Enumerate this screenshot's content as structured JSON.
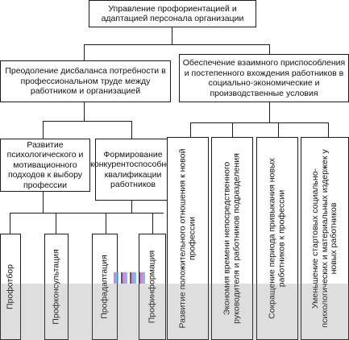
{
  "root": {
    "text": "Управление профориентацией и адаптацией персонала организации"
  },
  "level1": [
    {
      "text": "Преодоление дисбаланса потребности в профессиональном труде между работником и организацией"
    },
    {
      "text": "Обеспечение взаимного приспособления и постепенного вхождения работников в социально-экономические и производственные условия"
    }
  ],
  "level2_left": [
    {
      "text": "Развитие психологического и мотивационного подходов к выбору профессии"
    },
    {
      "text": "Формирование конкурентоспособной квалификации работников"
    }
  ],
  "leaves_left": [
    {
      "text": "Профотбор"
    },
    {
      "text": "Профконсультация"
    },
    {
      "text": "Профадаптация"
    },
    {
      "text": "Профинформация"
    }
  ],
  "leaves_right": [
    {
      "text": "Развитие положительного отношения к новой профессии"
    },
    {
      "text": "Экономия времени непосредственного руководителя и работников подразделения"
    },
    {
      "text": "Сокращение периода привыкания новых работников к профессии"
    },
    {
      "text": "Уменьшение стартовых социально-психологических и материальных издержек у новых работников"
    }
  ]
}
